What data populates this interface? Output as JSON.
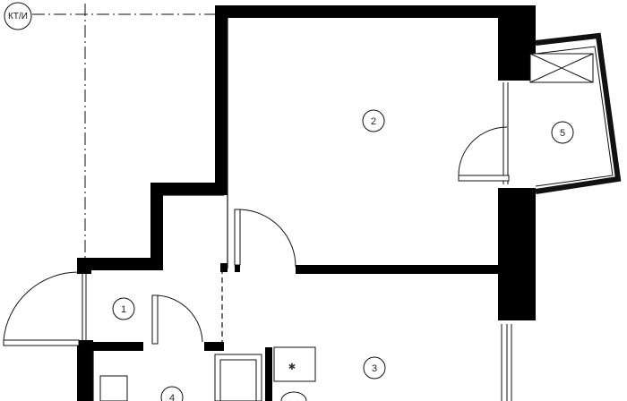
{
  "plan": {
    "axis_marker": "КТ/И",
    "rooms": [
      {
        "id": "1",
        "label": "1"
      },
      {
        "id": "2",
        "label": "2"
      },
      {
        "id": "3",
        "label": "3"
      },
      {
        "id": "4",
        "label": "4"
      },
      {
        "id": "5",
        "label": "5"
      }
    ],
    "colors": {
      "wall": "#000000",
      "line": "#111111",
      "background": "#ffffff"
    }
  }
}
